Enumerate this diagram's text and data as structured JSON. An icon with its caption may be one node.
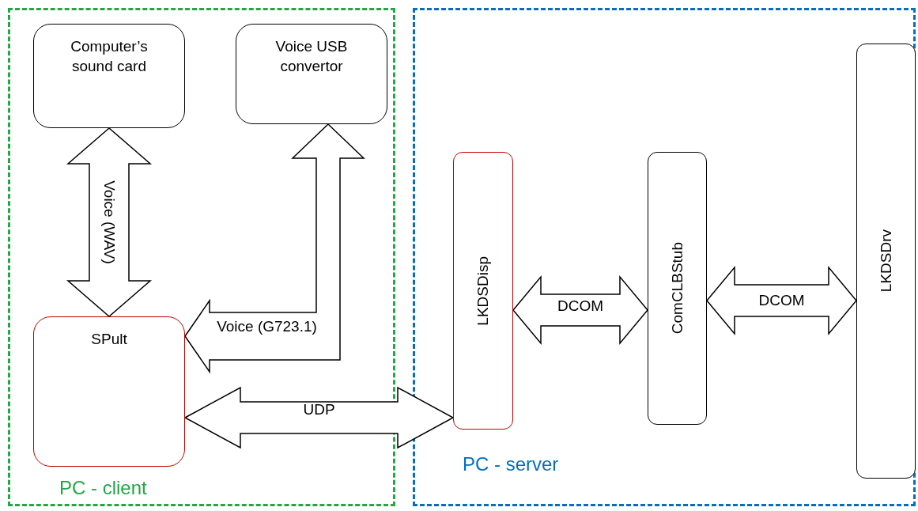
{
  "diagram": {
    "nodes": [
      {
        "text": [
          "PC - client"
        ]
      },
      {
        "text": [
          "PC - server"
        ]
      },
      {
        "text": [
          "Computer’s sound card"
        ],
        "in": 0
      },
      {
        "text": [
          "Voice USB convertor"
        ],
        "in": 0
      },
      {
        "text": [
          "SPult"
        ],
        "in": 0
      },
      {
        "text": [
          "LKDSDisp"
        ],
        "in": 1
      },
      {
        "text": [
          "ComCLBStub"
        ],
        "in": 1
      },
      {
        "text": [
          "LKDSDrv"
        ],
        "in": 1
      }
    ],
    "edges": [
      {
        "from": 2,
        "to": 4,
        "arrow": "both",
        "label": "Voice (WAV)"
      },
      {
        "from": 4,
        "to": 3,
        "arrow": "both",
        "label": "Voice (G723.1)"
      },
      {
        "from": 4,
        "to": 5,
        "arrow": "both",
        "label": "UDP"
      },
      {
        "from": 5,
        "to": 6,
        "arrow": "both",
        "label": "DCOM"
      },
      {
        "from": 6,
        "to": 7,
        "arrow": "both",
        "label": "DCOM"
      }
    ]
  }
}
